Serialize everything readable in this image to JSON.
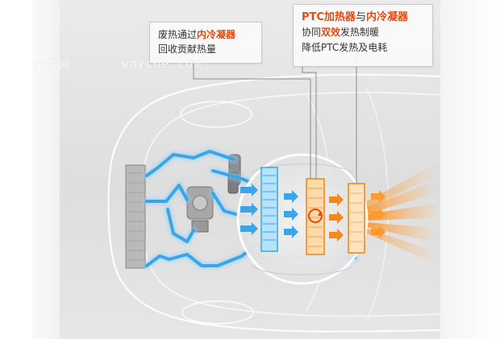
{
  "callout_left": {
    "line1_pre": "废热通过",
    "line1_hl": "内冷凝器",
    "line2": "回收贡献热量"
  },
  "callout_right": {
    "line1_hl1": "PTC加热器",
    "line1_mid": "与",
    "line1_hl2": "内冷凝器",
    "line2_pre": "协同",
    "line2_hl": "双效",
    "line2_post": "发热制暖",
    "line3": "降低PTC发热及电耗"
  },
  "watermark": {
    "site_cn": "汽车网",
    "site_url": "wmyche.com"
  },
  "colors": {
    "highlight": "#e8490f",
    "coolant_pipe": "#3aa6e8",
    "warm_air": "#ff9a2e"
  }
}
